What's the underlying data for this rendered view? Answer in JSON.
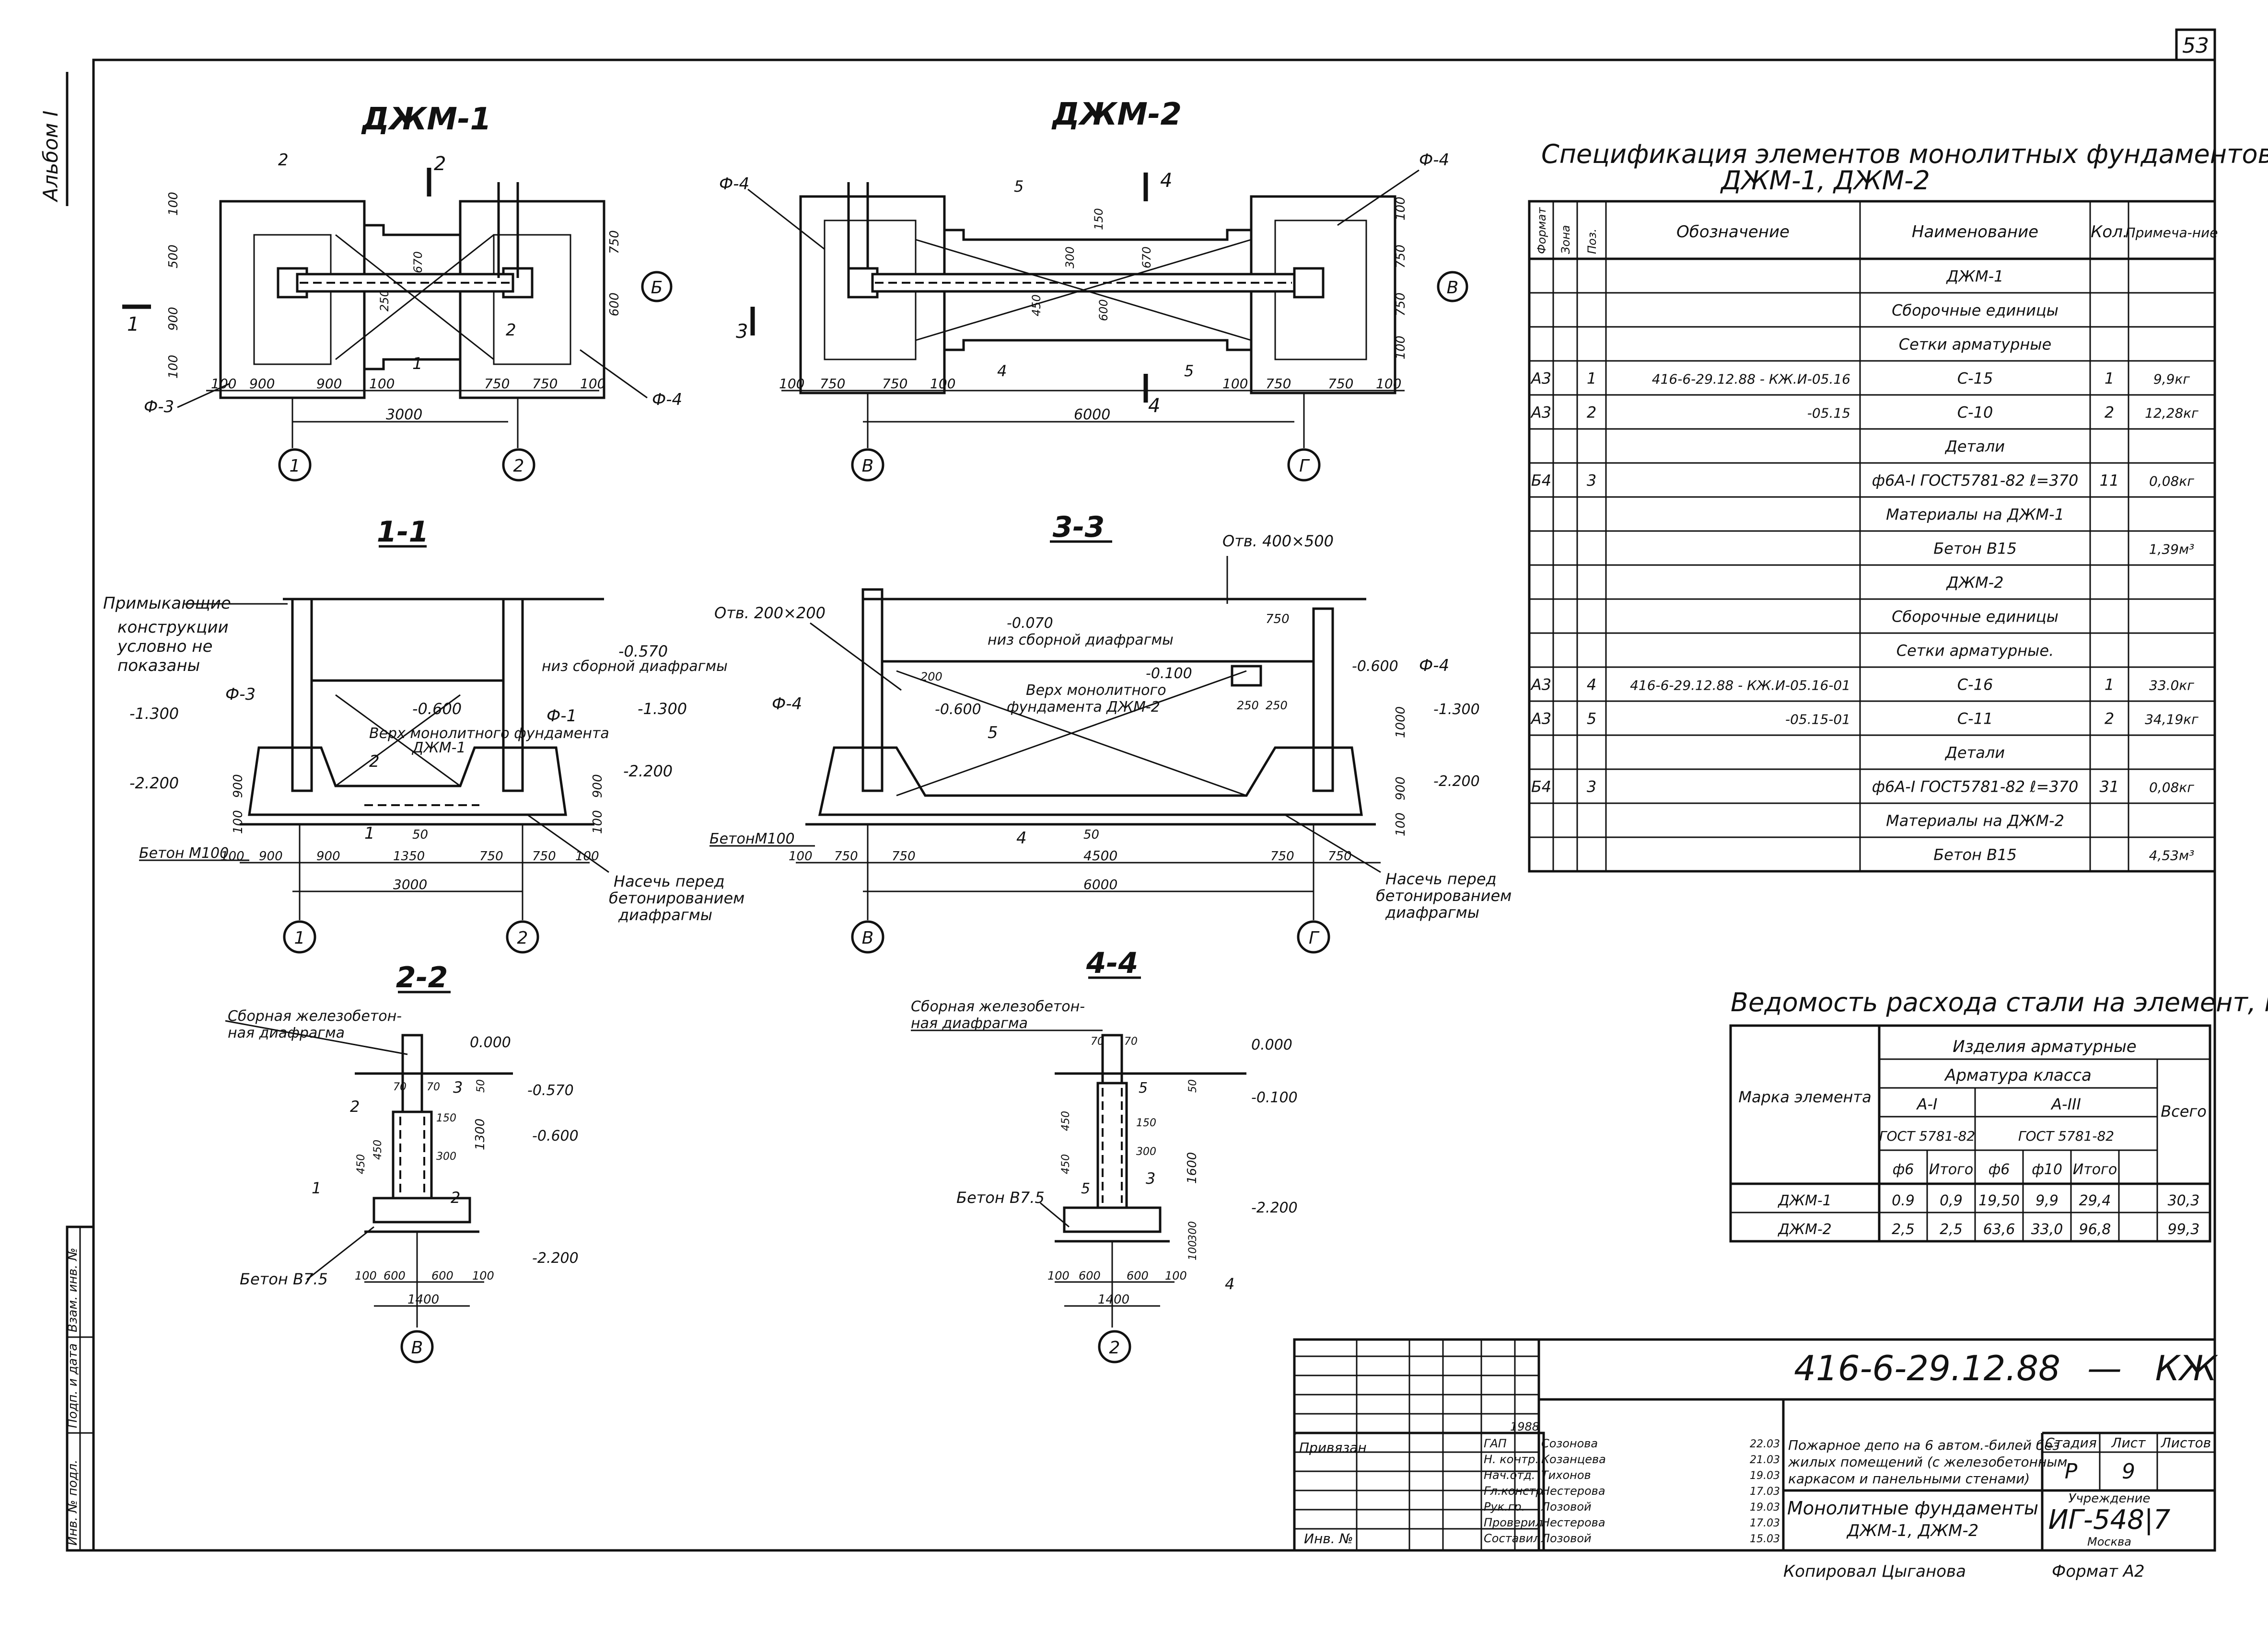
{
  "page_number": "53",
  "album_label": "Альбом I",
  "plans": {
    "djm1": {
      "title": "ДЖМ-1",
      "labels": {
        "phi3": "Ф-3",
        "phi4": "Ф-4",
        "pos2a": "2",
        "pos2b": "2",
        "pos1": "1",
        "sec1": "1",
        "sec2": "2",
        "axisB": "Б"
      },
      "dims": [
        "100",
        "900",
        "900",
        "100",
        "750",
        "750",
        "100",
        "3000",
        "100",
        "500",
        "900",
        "100",
        "750",
        "600",
        "670",
        "250"
      ],
      "axes": [
        "1",
        "2"
      ]
    },
    "djm2": {
      "title": "ДЖМ-2",
      "labels": {
        "phi4a": "Ф-4",
        "phi4b": "Ф-4",
        "pos5a": "5",
        "pos5b": "5",
        "pos4a": "4",
        "pos4b": "4",
        "sec3": "3",
        "sec4": "4"
      },
      "dims": [
        "100",
        "750",
        "750",
        "100",
        "100",
        "750",
        "750",
        "100",
        "6000",
        "100",
        "750",
        "100",
        "150",
        "300",
        "670",
        "600",
        "450",
        "750"
      ],
      "axes": [
        "В",
        "Г",
        "В"
      ]
    }
  },
  "sections": {
    "s11": {
      "title": "1-1",
      "labels": {
        "adjoin": [
          "Примыкающие",
          "конструкции",
          "условно не",
          "показаны"
        ],
        "bottom_diaphragm": "низ сборной диафрагмы",
        "top_mono": [
          "Верх монолитного фундамента",
          "ДЖМ-1"
        ],
        "concrete": "Бетон М100",
        "cut": [
          "Насечь перед",
          "бетонированием",
          "диафрагмы"
        ],
        "phi3": "Ф-3",
        "phi1": "Ф-1",
        "pos2": "2",
        "pos1": "1",
        "lv1": "-0.570",
        "lv2": "-0.600",
        "lv3": "-1.300",
        "lv4": "-1.300",
        "lv5": "-2.200",
        "lv6": "-2.200"
      },
      "dims": [
        "100",
        "900",
        "900",
        "1350",
        "750",
        "750",
        "100",
        "3000",
        "900",
        "100",
        "50",
        "100",
        "900"
      ],
      "axes": [
        "1",
        "2"
      ]
    },
    "s33": {
      "title": "3-3",
      "labels": {
        "opening1": "Отв. 200×200",
        "opening2": "Отв. 400×500",
        "bottom_diaphragm": "низ сборной диафрагмы",
        "top_mono": [
          "Верх монолитного",
          "фундамента ДЖМ-2"
        ],
        "concrete": "БетонМ100",
        "cut": [
          "Насечь перед",
          "бетонированием",
          "диафрагмы"
        ],
        "phi4a": "Ф-4",
        "phi4b": "Ф-4",
        "pos5": "5",
        "pos4": "4",
        "lv1": "-0.070",
        "lv2": "-0.100",
        "lv3": "-0.600",
        "lv4": "-0.600",
        "lv5": "-1.300",
        "lv6": "-2.200"
      },
      "dims": [
        "100",
        "750",
        "750",
        "4500",
        "750",
        "750",
        "6000",
        "200",
        "750",
        "250",
        "250",
        "1000",
        "900",
        "100",
        "50"
      ],
      "axes": [
        "В",
        "Г"
      ]
    },
    "s22": {
      "title": "2-2",
      "labels": {
        "precast": [
          "Сборная железобетон-",
          "ная диафрагма"
        ],
        "concrete": "Бетон В7.5",
        "pos1": "1",
        "pos2a": "2",
        "pos2b": "2",
        "pos3": "3",
        "lv1": "0.000",
        "lv2": "-0.570",
        "lv3": "-0.600",
        "lv4": "-2.200"
      },
      "dims": [
        "100",
        "600",
        "600",
        "100",
        "1400",
        "70",
        "70",
        "450",
        "450",
        "150",
        "300",
        "1300",
        "50"
      ],
      "axes": [
        "В"
      ]
    },
    "s44": {
      "title": "4-4",
      "labels": {
        "precast": [
          "Сборная железобетон-",
          "ная диафрагма"
        ],
        "concrete": "Бетон В7.5",
        "pos3": "3",
        "pos4": "4",
        "pos5a": "5",
        "pos5b": "5",
        "lv1": "0.000",
        "lv2": "-0.100",
        "lv3": "-2.200"
      },
      "dims": [
        "100",
        "600",
        "600",
        "100",
        "1400",
        "70",
        "70",
        "450",
        "450",
        "150",
        "300",
        "1600",
        "300",
        "50",
        "100"
      ],
      "axes": [
        "2"
      ]
    }
  },
  "spec": {
    "title_line1": "Спецификация элементов монолитных фундаментов",
    "title_line2": "ДЖМ-1, ДЖМ-2",
    "headers": [
      "Формат",
      "Зона",
      "Поз.",
      "Обозначение",
      "Наименование",
      "Кол.",
      "Примеча-ние"
    ],
    "rows": [
      [
        "",
        "",
        "",
        "",
        "ДЖМ-1",
        "",
        ""
      ],
      [
        "",
        "",
        "",
        "",
        "Сборочные единицы",
        "",
        ""
      ],
      [
        "",
        "",
        "",
        "",
        "Сетки арматурные",
        "",
        ""
      ],
      [
        "А3",
        "",
        "1",
        "416-6-29.12.88 - КЖ.И-05.16",
        "С-15",
        "1",
        "9,9кг"
      ],
      [
        "А3",
        "",
        "2",
        "-05.15",
        "С-10",
        "2",
        "12,28кг"
      ],
      [
        "",
        "",
        "",
        "",
        "Детали",
        "",
        ""
      ],
      [
        "Б4",
        "",
        "3",
        "",
        "ф6А-I ГОСТ5781-82 ℓ=370",
        "11",
        "0,08кг"
      ],
      [
        "",
        "",
        "",
        "",
        "Материалы на ДЖМ-1",
        "",
        ""
      ],
      [
        "",
        "",
        "",
        "",
        "Бетон В15",
        "",
        "1,39м³"
      ],
      [
        "",
        "",
        "",
        "",
        "ДЖМ-2",
        "",
        ""
      ],
      [
        "",
        "",
        "",
        "",
        "Сборочные единицы",
        "",
        ""
      ],
      [
        "",
        "",
        "",
        "",
        "Сетки арматурные.",
        "",
        ""
      ],
      [
        "А3",
        "",
        "4",
        "416-6-29.12.88 - КЖ.И-05.16-01",
        "С-16",
        "1",
        "33.0кг"
      ],
      [
        "А3",
        "",
        "5",
        "-05.15-01",
        "С-11",
        "2",
        "34,19кг"
      ],
      [
        "",
        "",
        "",
        "",
        "Детали",
        "",
        ""
      ],
      [
        "Б4",
        "",
        "3",
        "",
        "ф6А-I ГОСТ5781-82 ℓ=370",
        "31",
        "0,08кг"
      ],
      [
        "",
        "",
        "",
        "",
        "Материалы на ДЖМ-2",
        "",
        ""
      ],
      [
        "",
        "",
        "",
        "",
        "Бетон В15",
        "",
        "4,53м³"
      ]
    ]
  },
  "steel": {
    "title": "Ведомость расхода стали на элемент, кг",
    "h_products": "Изделия арматурные",
    "h_rebar": "Арматура класса",
    "h_mark": "Марка элемента",
    "h_a1": "А-I",
    "h_a3": "А-III",
    "h_total": "Всего",
    "h_gost1": "ГОСТ 5781-82",
    "h_gost2": "ГОСТ 5781-82",
    "sub": [
      "ф6",
      "Итого",
      "ф6",
      "ф10",
      "Итого"
    ],
    "rows": [
      [
        "ДЖМ-1",
        "0.9",
        "0,9",
        "19,50",
        "9,9",
        "29,4",
        "30,3"
      ],
      [
        "ДЖМ-2",
        "2,5",
        "2,5",
        "63,6",
        "33,0",
        "96,8",
        "99,3"
      ]
    ]
  },
  "stamp": {
    "code": "416-6-29.12.88",
    "dash": "—",
    "suffix": "КЖ",
    "year": "1988",
    "privyazan": "Привязан",
    "inv": "Инв. №",
    "roles": [
      "ГАП",
      "Н. контр.",
      "Нач.отд.",
      "Гл.констр.",
      "Рук.гр.",
      "Проверил",
      "Составил"
    ],
    "names": [
      "Созонова",
      "Козанцева",
      "Тихонов",
      "Нестерова",
      "Лозовой",
      "Нестерова",
      "Лозовой"
    ],
    "dates": [
      "22.03",
      "21.03",
      "19.03",
      "17.03",
      "19.03",
      "17.03",
      "15.03"
    ],
    "object": [
      "Пожарное депо на 6 автом.-билей без",
      "жилых помещений (с железобетонным",
      "каркасом и панельными стенами)"
    ],
    "sheet_title": [
      "Монолитные фундаменты",
      "ДЖМ-1, ДЖМ-2"
    ],
    "h_stage": "Стадия",
    "h_sheet": "Лист",
    "h_sheets": "Листов",
    "stage": "Р",
    "sheet": "9",
    "org_label": "Учреждение",
    "org": "ИГ-548|7",
    "city": "Москва",
    "copied": "Копировал Цыганова",
    "format": "Формат А2"
  },
  "left_strip": [
    "Инв. № подл.",
    "Подп. и дата",
    "Взам. инв. №"
  ]
}
